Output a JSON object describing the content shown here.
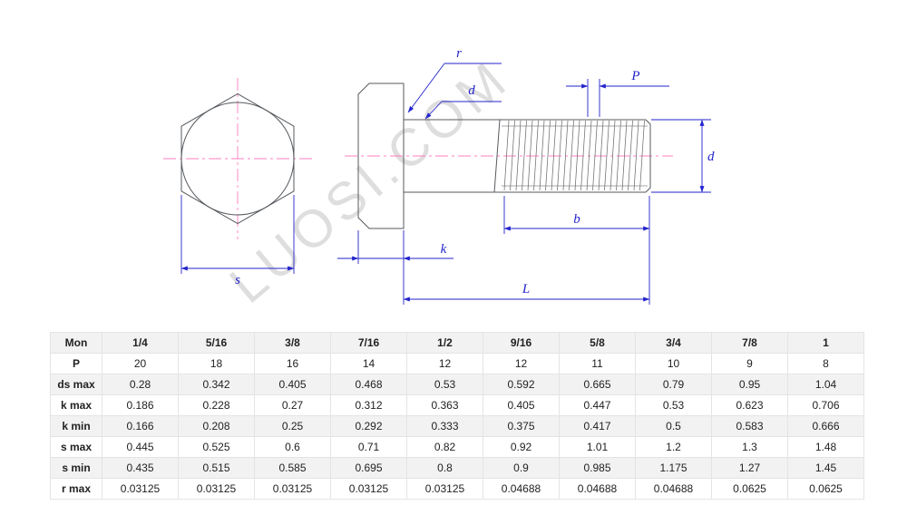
{
  "watermark": "LUOSI.COM",
  "drawing": {
    "labels": {
      "width_across_flats": "s",
      "radius": "r",
      "diameter_top": "d",
      "pitch": "P",
      "diameter_right": "d",
      "thread_length": "b",
      "head_height": "k",
      "total_length": "L"
    },
    "colors": {
      "dimension_blue": "#2323cd",
      "centerline_pink": "#ff7fbf",
      "outline_gray": "#55595e",
      "watermark_gray": "#dbdbdb"
    }
  },
  "table": {
    "header": {
      "label": "Mon",
      "values": [
        "1/4",
        "5/16",
        "3/8",
        "7/16",
        "1/2",
        "9/16",
        "5/8",
        "3/4",
        "7/8",
        "1"
      ]
    },
    "rows": [
      {
        "label": "P",
        "values": [
          "20",
          "18",
          "16",
          "14",
          "12",
          "12",
          "11",
          "10",
          "9",
          "8"
        ]
      },
      {
        "label": "ds max",
        "values": [
          "0.28",
          "0.342",
          "0.405",
          "0.468",
          "0.53",
          "0.592",
          "0.665",
          "0.79",
          "0.95",
          "1.04"
        ]
      },
      {
        "label": "k max",
        "values": [
          "0.186",
          "0.228",
          "0.27",
          "0.312",
          "0.363",
          "0.405",
          "0.447",
          "0.53",
          "0.623",
          "0.706"
        ]
      },
      {
        "label": "k min",
        "values": [
          "0.166",
          "0.208",
          "0.25",
          "0.292",
          "0.333",
          "0.375",
          "0.417",
          "0.5",
          "0.583",
          "0.666"
        ]
      },
      {
        "label": "s max",
        "values": [
          "0.445",
          "0.525",
          "0.6",
          "0.71",
          "0.82",
          "0.92",
          "1.01",
          "1.2",
          "1.3",
          "1.48"
        ]
      },
      {
        "label": "s min",
        "values": [
          "0.435",
          "0.515",
          "0.585",
          "0.695",
          "0.8",
          "0.9",
          "0.985",
          "1.175",
          "1.27",
          "1.45"
        ]
      },
      {
        "label": "r max",
        "values": [
          "0.03125",
          "0.03125",
          "0.03125",
          "0.03125",
          "0.03125",
          "0.04688",
          "0.04688",
          "0.04688",
          "0.0625",
          "0.0625"
        ]
      }
    ]
  }
}
